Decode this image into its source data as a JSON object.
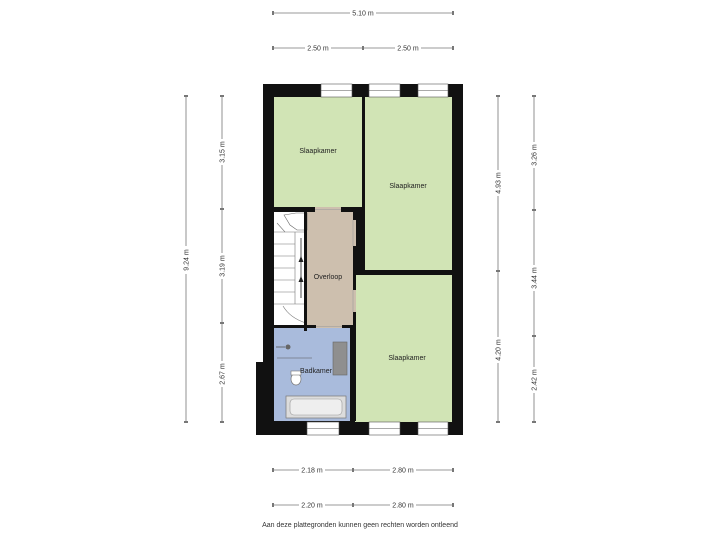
{
  "dimensions": {
    "top_total": "5.10 m",
    "top_left": "2.50 m",
    "top_right": "2.50 m",
    "left_total": "9.24 m",
    "left_upper": "3.15 m",
    "left_middle": "3.19 m",
    "left_lower": "2.67 m",
    "right_inner_upper": "4.93 m",
    "right_inner_lower": "4.20 m",
    "right_outer_top": "3.26 m",
    "right_outer_middle": "3.44 m",
    "right_outer_bottom": "2.42 m",
    "bottom1_left": "2.18 m",
    "bottom1_right": "2.80 m",
    "bottom2_left": "2.20 m",
    "bottom2_right": "2.80 m"
  },
  "rooms": {
    "bedroom_top_left": "Slaapkamer",
    "bedroom_top_right": "Slaapkamer",
    "bedroom_bottom_right": "Slaapkamer",
    "landing": "Overloop",
    "bathroom": "Badkamer"
  },
  "colors": {
    "bedroom": "#d1e4b5",
    "landing": "#cdbfae",
    "bathroom": "#a9bbdc",
    "wall": "#111111",
    "window": "#ffffff"
  },
  "footer": {
    "disclaimer": "Aan deze plattegronden kunnen geen rechten worden ontleend"
  }
}
